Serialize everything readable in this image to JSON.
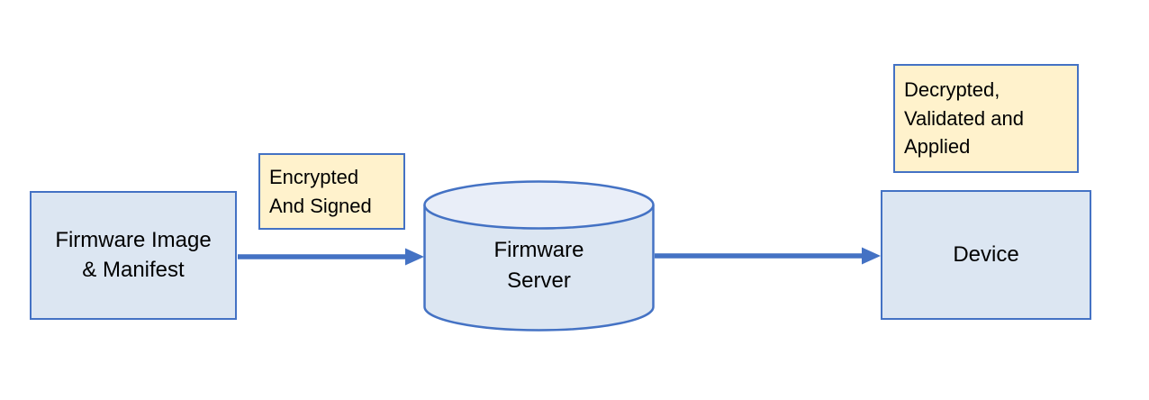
{
  "diagram": {
    "nodes": {
      "firmware_image": {
        "label": "Firmware Image\n& Manifest"
      },
      "firmware_server": {
        "label": "Firmware\nServer"
      },
      "device": {
        "label": "Device"
      }
    },
    "annotations": {
      "encrypted_signed": {
        "label": "Encrypted\nAnd Signed"
      },
      "decrypted_validated": {
        "label": "Decrypted,\nValidated and\nApplied"
      }
    },
    "edges": [
      {
        "from": "firmware_image",
        "to": "firmware_server"
      },
      {
        "from": "firmware_server",
        "to": "device"
      }
    ],
    "colors": {
      "node_fill": "#dce6f2",
      "node_border": "#4472c4",
      "cylinder_fill": "#dce6f2",
      "cylinder_top_fill": "#e9eef8",
      "annotation_fill": "#fff2cc",
      "annotation_border": "#4472c4",
      "arrow": "#4472c4",
      "text": "#000000"
    }
  }
}
